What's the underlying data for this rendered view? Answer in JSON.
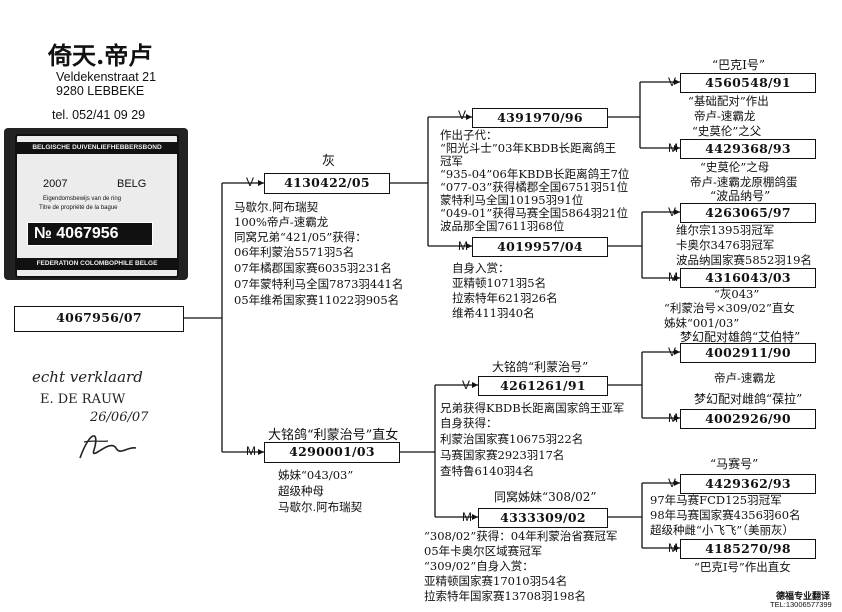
{
  "header": {
    "title": "倚天.帝卢",
    "address_line1": "Veldekenstraat 21",
    "address_line2": "9280 LEBBEKE",
    "phone": "tel. 052/41 09 29"
  },
  "ring_card": {
    "top_band": "BELGISCHE DUIVENLIEFHEBBERSBOND",
    "year": "2007",
    "country": "BELG",
    "text1": "Eigendomsbewijs van de ring",
    "text2": "Titre de propriété de la bague",
    "number": "№ 4067956",
    "bottom_band": "FEDERATION COLOMBOPHILE BELGE"
  },
  "handwritten": {
    "line1": "echt verklaard",
    "line2": "E. DE RAUW",
    "line3": "26/06/07"
  },
  "subject": {
    "ring": "4067956/07"
  },
  "sire": {
    "color": "灰",
    "sex": "V",
    "ring": "4130422/05",
    "notes": [
      "马歇尔.阿布瑞契",
      "100%帝卢-速霸龙",
      "同窝兄弟“421/05”获得：",
      "06年利蒙治5571羽5名",
      "07年橘郡国家赛6035羽231名",
      "07年蒙特利马全国7873羽441名",
      "05年维希国家赛11022羽905名"
    ]
  },
  "dam": {
    "title": "大铭鸽“利蒙治号”直女",
    "sex": "M",
    "ring": "4290001/03",
    "notes": [
      "姊妹“043/03”",
      "超级种母",
      "马歇尔.阿布瑞契"
    ]
  },
  "ss": {
    "sex": "V",
    "ring": "4391970/96",
    "notes": [
      "作出子代：",
      "“阳光斗士”03年KBDB长距离鸽王",
      "冠军",
      "“935-04”06年KBDB长距离鸽王7位",
      "“077-03”获得橘郡全国6751羽51位",
      "蒙特利马全国10195羽91位",
      "“049-01”获得马赛全国5864羽21位",
      "波品那全国7611羽68位"
    ]
  },
  "sd": {
    "sex": "M",
    "ring": "4019957/04",
    "notes": [
      "自身入赏：",
      "亚精顿1071羽5名",
      "拉索特年621羽26名",
      "维希411羽40名"
    ]
  },
  "ds": {
    "title": "大铭鸽“利蒙治号”",
    "sex": "V",
    "ring": "4261261/91",
    "notes": [
      "兄弟获得KBDB长距离国家鸽王亚军",
      "自身获得：",
      "利蒙治国家赛10675羽22名",
      "马赛国家赛2923羽17名",
      "查特鲁6140羽4名"
    ]
  },
  "dd": {
    "title": "同窝姊妹“308/02”",
    "sex": "M",
    "ring": "4333309/02",
    "notes": [
      "“308/02”获得：04年利蒙治省赛冠军",
      "05年卡奥尔区域赛冠军",
      "“309/02”自身入赏：",
      "亚精顿国家赛17010羽54名",
      "拉索特年国家赛13708羽198名"
    ]
  },
  "sss": {
    "title": "“巴克Ⅰ号”",
    "sex": "V",
    "ring": "4560548/91",
    "notes": [
      "“基础配对”作出",
      "帝卢-速霸龙",
      "“史莫伦”之父"
    ]
  },
  "ssd": {
    "sex": "M",
    "ring": "4429368/93",
    "notes": [
      "“史莫伦”之母",
      "帝卢-速霸龙原棚鸽蛋"
    ]
  },
  "sds": {
    "title": "“波品纳号”",
    "sex": "V",
    "ring": "4263065/97",
    "notes": [
      "维尔宗1395羽冠军",
      "卡奥尔3476羽冠军",
      "波品纳国家赛5852羽19名"
    ]
  },
  "sdd": {
    "sex": "M",
    "ring": "4316043/03",
    "notes": [
      "“灰043”",
      "“利蒙治号×309/02”直女",
      "姊妹“001/03”"
    ]
  },
  "dss": {
    "title": "梦幻配对雄鸽“艾伯特”",
    "sex": "V",
    "ring": "4002911/90",
    "notes": [
      "帝卢-速霸龙"
    ]
  },
  "dsd": {
    "title": "梦幻配对雌鸽“葆拉”",
    "sex": "M",
    "ring": "4002926/90"
  },
  "dds": {
    "title": "“马赛号”",
    "sex": "V",
    "ring": "4429362/93",
    "notes": [
      "97年马赛FCD125羽冠军",
      "98年马赛国家赛4356羽60名",
      "超级种雌“小飞飞”（美丽灰）"
    ]
  },
  "ddd": {
    "sex": "M",
    "ring": "4185270/98",
    "notes": [
      "“巴克Ⅰ号”作出直女"
    ]
  },
  "footer": {
    "brand": "德福专业翻译",
    "tel": "TEL:13006577399"
  }
}
